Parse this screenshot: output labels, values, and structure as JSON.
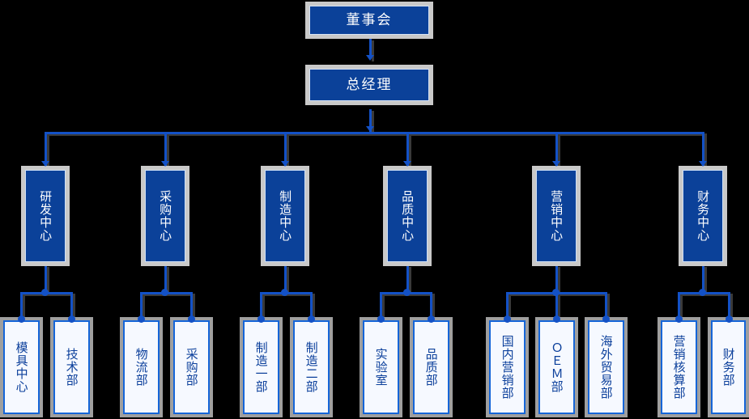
{
  "diagram": {
    "type": "org-chart",
    "title": "",
    "colors": {
      "node_fill_primary": "#0b4199",
      "node_fill_leaf": "#f6f9ff",
      "node_frame": "#c9c9c9",
      "leaf_border": "#1565d8",
      "leaf_text": "#0b3f9b",
      "connector": "#1351c6",
      "connector_shadow": "#3a3a3a",
      "background": "#000000"
    },
    "levels": [
      {
        "level": 0,
        "label": "board"
      },
      {
        "level": 1,
        "label": "general-manager"
      },
      {
        "level": 2,
        "label": "centers"
      },
      {
        "level": 3,
        "label": "departments"
      }
    ]
  },
  "level0": {
    "board": {
      "label": "董事会"
    }
  },
  "level1": {
    "general_manager": {
      "label": "总经理"
    }
  },
  "level2": {
    "centers": [
      {
        "id": "rd",
        "label": "研发中心"
      },
      {
        "id": "purchasing",
        "label": "采购中心"
      },
      {
        "id": "manufacture",
        "label": "制造中心"
      },
      {
        "id": "quality",
        "label": "品质中心"
      },
      {
        "id": "marketing",
        "label": "营销中心"
      },
      {
        "id": "finance",
        "label": "财务中心"
      }
    ]
  },
  "level3": {
    "departments": [
      {
        "id": "mold",
        "parent": "rd",
        "label": "模具中心"
      },
      {
        "id": "tech",
        "parent": "rd",
        "label": "技术部"
      },
      {
        "id": "logistics",
        "parent": "purchasing",
        "label": "物流部"
      },
      {
        "id": "purchase-dept",
        "parent": "purchasing",
        "label": "采购部"
      },
      {
        "id": "mfg-1",
        "parent": "manufacture",
        "label": "制造一部"
      },
      {
        "id": "mfg-2",
        "parent": "manufacture",
        "label": "制造二部"
      },
      {
        "id": "lab",
        "parent": "quality",
        "label": "实验室"
      },
      {
        "id": "quality-dept",
        "parent": "quality",
        "label": "品质部"
      },
      {
        "id": "domestic-sales",
        "parent": "marketing",
        "label": "国内营销部"
      },
      {
        "id": "oem",
        "parent": "marketing",
        "label": "ＯＥＭ部"
      },
      {
        "id": "overseas-trade",
        "parent": "marketing",
        "label": "海外贸易部"
      },
      {
        "id": "sales-acct",
        "parent": "finance",
        "label": "营销核算部"
      },
      {
        "id": "finance-dept",
        "parent": "finance",
        "label": "财务部"
      }
    ]
  }
}
